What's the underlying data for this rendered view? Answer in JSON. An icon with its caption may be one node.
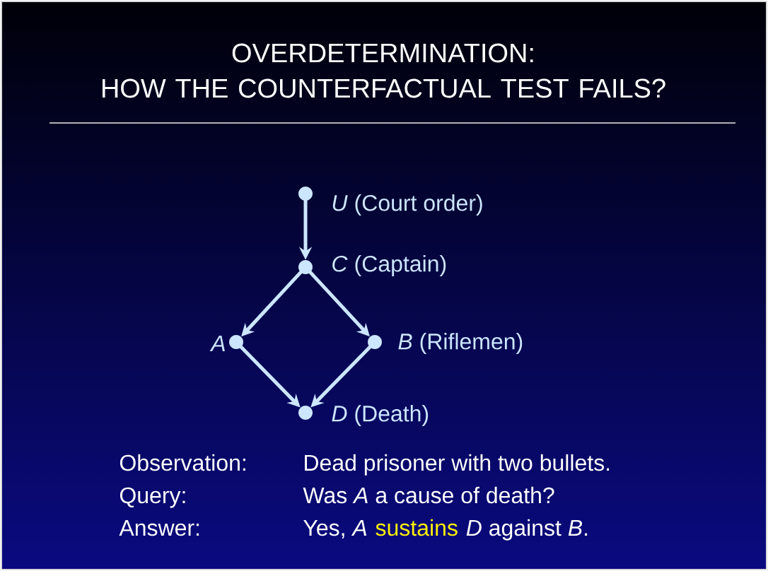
{
  "diagram": {
    "title": "OVERDETERMINATION: HOW THE COUNTERFACTUAL TEST FAILS?",
    "nodes": [
      {
        "text": [],
        "shape": "circle",
        "beside": [
          "*U* (Court order)"
        ]
      },
      {
        "text": [],
        "shape": "circle",
        "beside": [
          "*C* (Captain)"
        ]
      },
      {
        "text": [],
        "shape": "circle",
        "beside": [
          "*A*"
        ]
      },
      {
        "text": [],
        "shape": "circle",
        "beside": [
          "*B* (Riflemen)"
        ]
      },
      {
        "text": [],
        "shape": "circle",
        "beside": [
          "*D* (Death)"
        ]
      }
    ],
    "edges": [
      {
        "from": 0,
        "to": 1,
        "arrow": "to"
      },
      {
        "from": 1,
        "to": 2,
        "arrow": "to"
      },
      {
        "from": 1,
        "to": 3,
        "arrow": "to"
      },
      {
        "from": 2,
        "to": 4,
        "arrow": "to"
      },
      {
        "from": 3,
        "to": 4,
        "arrow": "to"
      }
    ],
    "labels": [
      "Observation:",
      "Dead prisoner with two bullets.",
      "Query:",
      "Was *A* a cause of death?",
      "Answer:",
      "Yes, *A*",
      "sustains",
      "*D* against *B*."
    ]
  }
}
